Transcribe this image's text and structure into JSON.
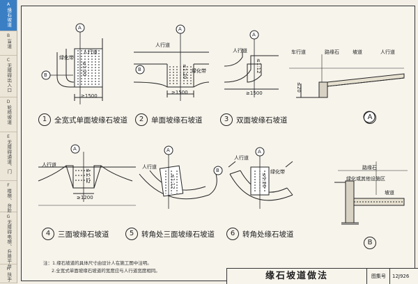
{
  "sidebar": {
    "tabs": [
      {
        "code": "A",
        "label": "缘石坡道",
        "active": true
      },
      {
        "code": "B",
        "label": "盲道"
      },
      {
        "code": "C",
        "label": "无障碍出入口"
      },
      {
        "code": "D",
        "label": "轮椅坡道"
      },
      {
        "code": "E",
        "label": "无障碍通道、门"
      },
      {
        "code": "F",
        "label": "楼梯、台阶"
      },
      {
        "code": "G",
        "label": "无障碍电梯、升降平台"
      },
      {
        "code": "H",
        "label": "扶手"
      }
    ]
  },
  "diagram_labels": {
    "sidewalk": "人行道",
    "green_belt": "绿化带",
    "roadway": "车行道",
    "curb": "路缘石",
    "ramp": "坡道",
    "green_or_other": "绿化或其他设施区",
    "slope": "≤1:20",
    "slope_12": "≤1:12",
    "width_1500": "≥1500",
    "width_1200": "≥1200",
    "height_20": "≤20",
    "section_a": "A",
    "section_b": "B"
  },
  "captions": [
    {
      "num": "1",
      "text": "全宽式单面坡缘石坡道"
    },
    {
      "num": "2",
      "text": "单面坡缘石坡道"
    },
    {
      "num": "3",
      "text": "双面坡缘石坡道"
    },
    {
      "num": "4",
      "text": "三面坡缘石坡道"
    },
    {
      "num": "5",
      "text": "转角处三面坡缘石坡道"
    },
    {
      "num": "6",
      "text": "转角处缘石坡道"
    }
  ],
  "notes": [
    "注：1.缘石坡道的具体尺寸由设计人在施工图中注明。",
    "2.全宽式单面坡缘石坡道的宽度应与人行道宽度相同。"
  ],
  "title_block": {
    "title": "缘石坡道做法",
    "atlas_label": "图集号",
    "atlas_value": "12J926"
  }
}
